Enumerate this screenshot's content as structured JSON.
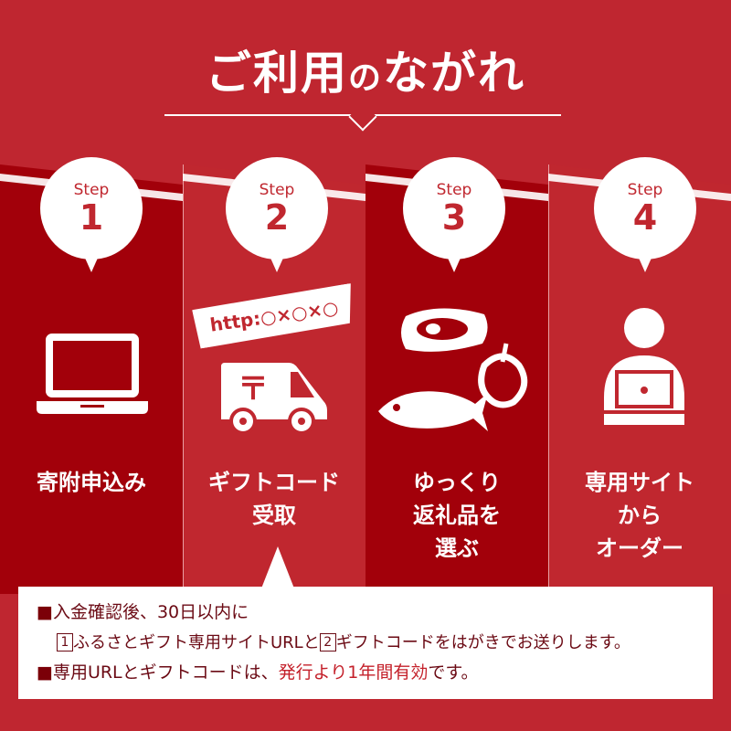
{
  "title": {
    "part1": "ご利用",
    "part2": "の",
    "part3": "ながれ"
  },
  "steps": [
    {
      "step_label": "Step",
      "number": "1",
      "label_lines": [
        "寄附申込み"
      ],
      "icon": "laptop-icon"
    },
    {
      "step_label": "Step",
      "number": "2",
      "label_lines": [
        "ギフトコード",
        "受取"
      ],
      "icon": "delivery-truck-icon",
      "banner_text": "http:○×○×○"
    },
    {
      "step_label": "Step",
      "number": "3",
      "label_lines": [
        "ゆっくり",
        "返礼品を",
        "選ぶ"
      ],
      "icon": "meat-fish-apple-icon"
    },
    {
      "step_label": "Step",
      "number": "4",
      "label_lines": [
        "専用サイト",
        "から",
        "オーダー"
      ],
      "icon": "person-laptop-icon"
    }
  ],
  "notice": {
    "line1": "入金確認後、30日以内に",
    "box1": "1",
    "line2a": "ふるさとギフト専用サイトURLと",
    "box2": "2",
    "line2b": "ギフトコードをはがきでお送りします。",
    "line3a": "専用URLとギフトコードは、",
    "line3b": "発行より1年間有効",
    "line3c": "です。",
    "bullet": "■"
  },
  "colors": {
    "background": "#bf2630",
    "dark_column": "#a2000a",
    "text_dark": "#6b0a14",
    "highlight": "#c4202a"
  }
}
